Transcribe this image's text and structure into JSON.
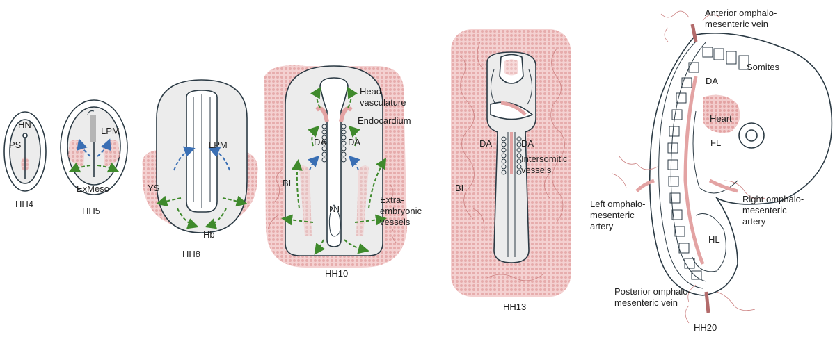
{
  "stages": {
    "hh4": "HH4",
    "hh5": "HH5",
    "hh8": "HH8",
    "hh10": "HH10",
    "hh13": "HH13",
    "hh20": "HH20"
  },
  "labels": {
    "hh4_hn": "HN",
    "hh4_ps": "PS",
    "hh5_lpm": "LPM",
    "hh5_exmeso": "ExMeso",
    "hh8_lpm": "LPM",
    "hh8_ys": "YS",
    "hh8_hb": "Hb",
    "hh10_head_line1": "Head",
    "hh10_head_line2": "vasculature",
    "hh10_endocardium": "Endocardium",
    "hh10_da_left": "DA",
    "hh10_da_right": "DA",
    "hh10_bi": "BI",
    "hh10_nt": "NT",
    "hh10_extra_line1": "Extra-",
    "hh10_extra_line2": "embryonic",
    "hh10_extra_line3": "vessels",
    "hh13_da_left": "DA",
    "hh13_da_right": "DA",
    "hh13_bi": "BI",
    "hh13_inter_line1": "Intersomitic",
    "hh13_inter_line2": "vessels",
    "hh20_ant_line1": "Anterior omphalo-",
    "hh20_ant_line2": "mesenteric vein",
    "hh20_somites": "Somites",
    "hh20_da": "DA",
    "hh20_heart": "Heart",
    "hh20_fl": "FL",
    "hh20_hl": "HL",
    "hh20_left_line1": "Left omphalo-",
    "hh20_left_line2": "mesenteric",
    "hh20_left_line3": "artery",
    "hh20_right_line1": "Right omphalo-",
    "hh20_right_line2": "mesenteric",
    "hh20_right_line3": "artery",
    "hh20_post_line1": "Posterior omphalo-",
    "hh20_post_line2": "mesenteric vein"
  },
  "colors": {
    "tissue_pink": "#eab3b3",
    "vessel_pink": "#c97a7a",
    "outline": "#2b3a44",
    "embryo_gray": "#ececec",
    "arrow_green": "#3f8a2c",
    "arrow_blue": "#3a6fb4"
  }
}
